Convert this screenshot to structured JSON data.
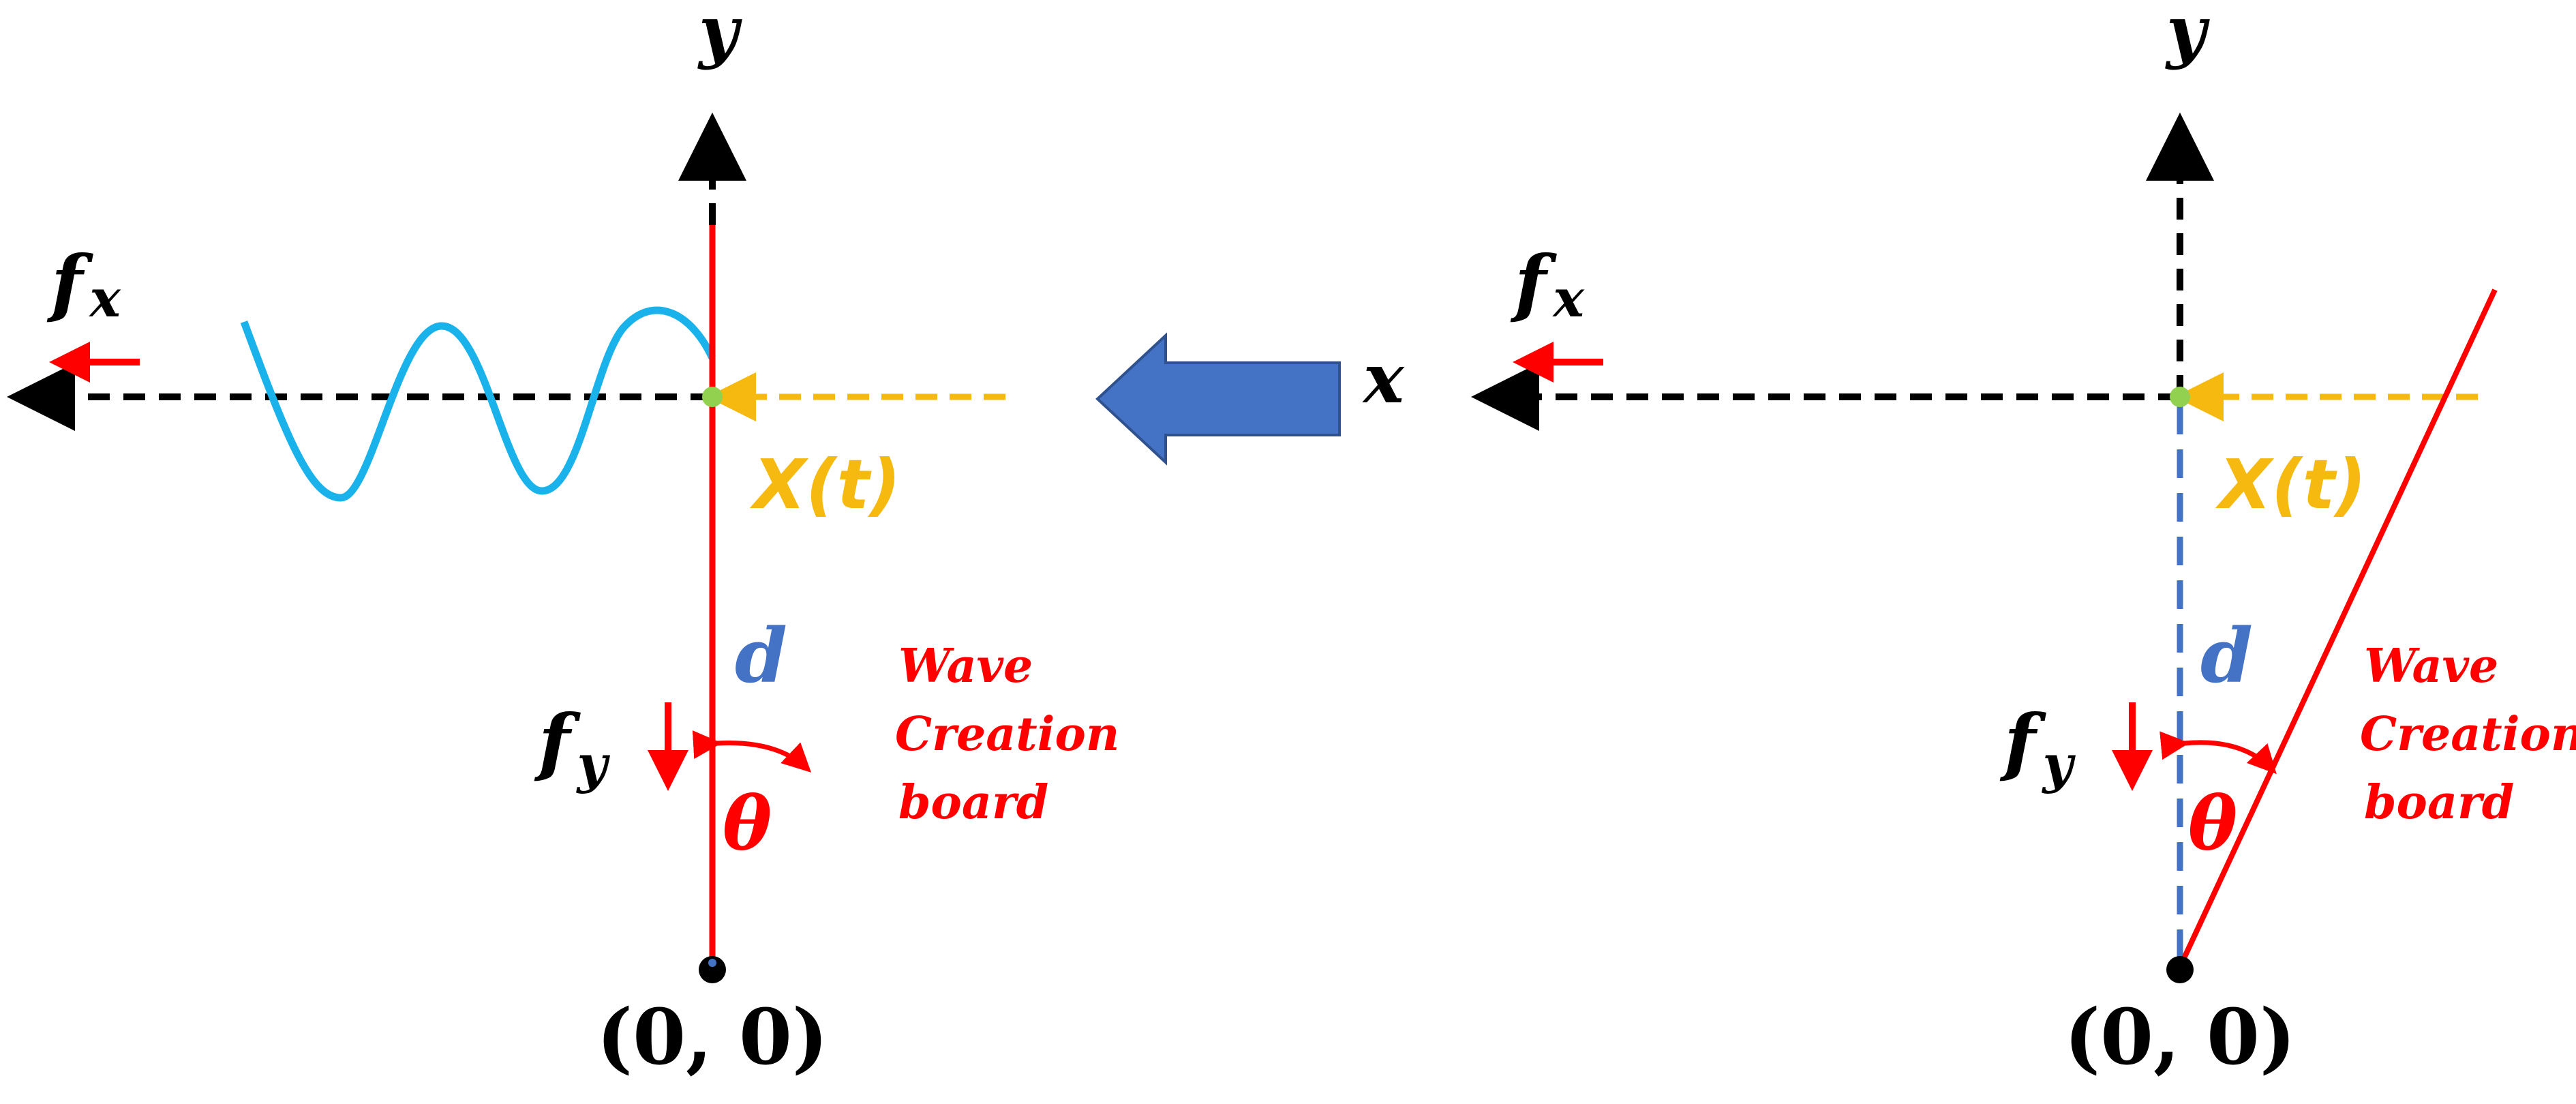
{
  "colors": {
    "axis": "#000000",
    "board": "#ff0000",
    "wave": "#1ab2ea",
    "displacement": "#f5b90f",
    "d_line": "#4472c4",
    "pivot_dot": "#92d050",
    "origin_dot": "#000000",
    "direction_arrow": "#4472c4",
    "label_black": "#000000",
    "label_red": "#ff0000",
    "label_yellow": "#f5b90f",
    "label_blue": "#4472c4"
  },
  "left_panel": {
    "y_label": "y",
    "fx_label": "f",
    "fx_sub": "x",
    "fy_label": "f",
    "fy_sub": "y",
    "xt_label": "X(t)",
    "d_label": "d",
    "board_label_1": "Wave",
    "board_label_2": "Creation",
    "board_label_3": "board",
    "theta_label": "θ",
    "origin_label": "(0, 0)"
  },
  "middle": {
    "x_label": "x",
    "arrow_icon": "left-arrow"
  },
  "right_panel": {
    "y_label": "y",
    "fx_label": "f",
    "fx_sub": "x",
    "fy_label": "f",
    "fy_sub": "y",
    "xt_label": "X(t)",
    "d_label": "d",
    "board_label_1": "Wave",
    "board_label_2": "Creation",
    "board_label_3": "board",
    "theta_label": "θ",
    "origin_label": "(0, 0)"
  }
}
